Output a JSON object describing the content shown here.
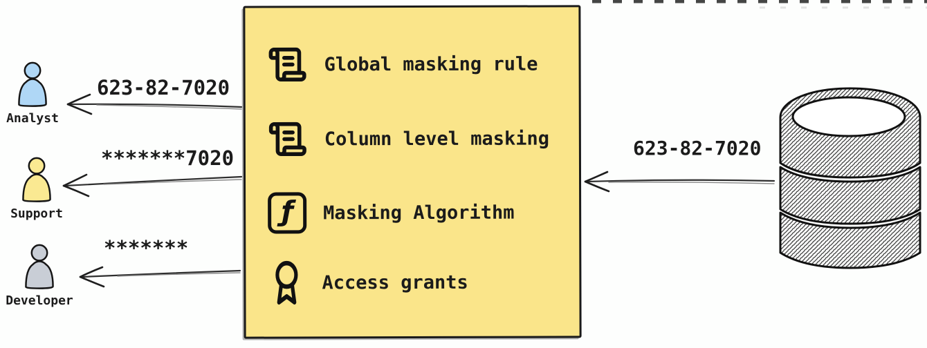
{
  "personas": [
    {
      "label": "Analyst",
      "icon": "person-icon",
      "color": "#AFD7F6",
      "received_value": "623-82-7020"
    },
    {
      "label": "Support",
      "icon": "person-icon",
      "color": "#FAE992",
      "received_value": "*******7020"
    },
    {
      "label": "Developer",
      "icon": "person-icon",
      "color": "#C9CED6",
      "received_value": "*******"
    }
  ],
  "masking_box": {
    "fill_color": "#FAE58A",
    "border_color": "#1A1A1A",
    "items": [
      {
        "icon": "scroll-text-icon",
        "label": "Global masking rule"
      },
      {
        "icon": "scroll-text-icon",
        "label": "Column level masking"
      },
      {
        "icon": "function-square-icon",
        "label": "Masking Algorithm"
      },
      {
        "icon": "award-icon",
        "label": "Access grants"
      }
    ]
  },
  "source": {
    "icon": "database-icon",
    "sent_value": "623-82-7020"
  },
  "icons": {
    "function_glyph": "ƒ"
  },
  "style_colors": {
    "text": "#1B1B1B",
    "arrow": "#2E2E2E"
  }
}
